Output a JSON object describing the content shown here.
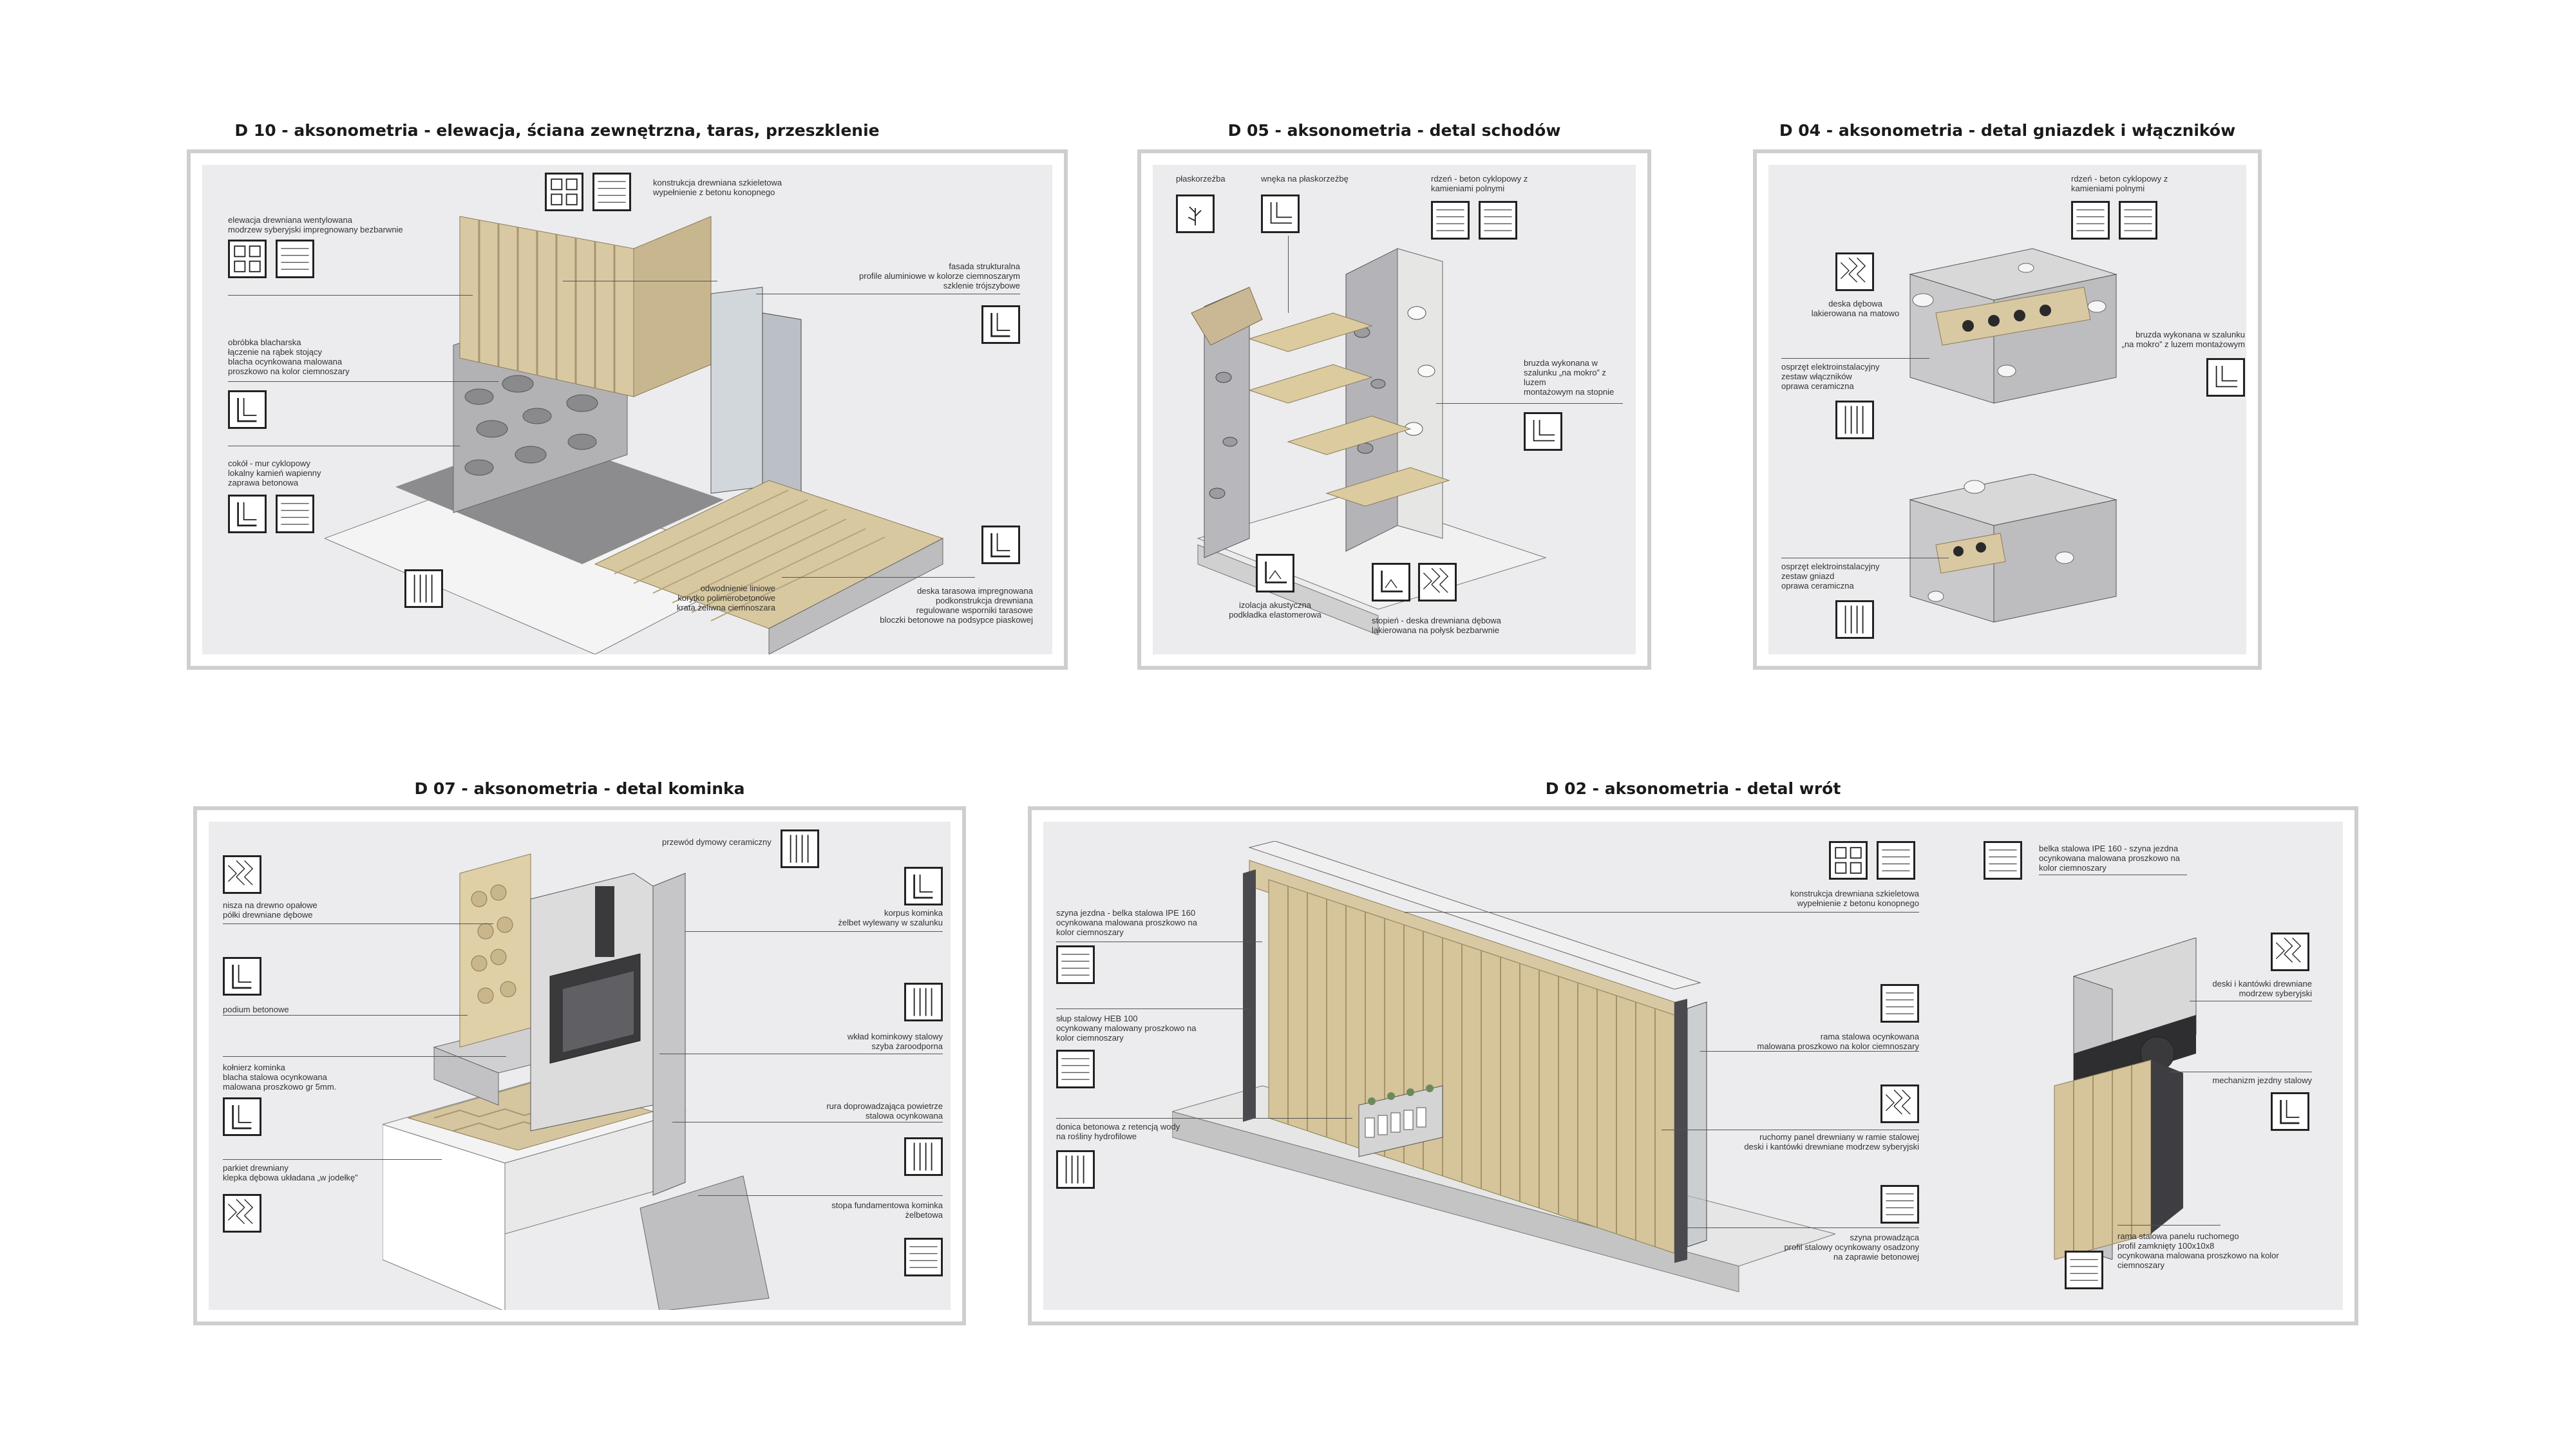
{
  "panels": {
    "d10": {
      "title": "D 10 - aksonometria - elewacja, ściana zewnętrzna, taras, przeszklenie",
      "labels": {
        "konstrukcja": "konstrukcja drewniana szkieletowa\nwypełnienie z betonu konopnego",
        "elewacja": "elewacja drewniana wentylowana\nmodrzew syberyjski impregnowany bezbarwnie",
        "fasada": "fasada strukturalna\nprofile aluminiowe w kolorze ciemnoszarym\nszklenie trójszybowe",
        "obrobka": "obróbka blacharska\nłączenie na rąbek stojący\nblacha ocynkowana malowana\nproszkowo na kolor ciemnoszary",
        "cokol": "cokół - mur cyklopowy\nlokalny kamień wapienny\nzaprawa betonowa",
        "odwodnienie": "odwodnienie liniowe\nkorytko polimerobetonowe\nkrata żeliwna ciemnoszara",
        "deska": "deska tarasowa impregnowana\npodkonstrukcja drewniana\nregulowane wsporniki tarasowe\nbloczki betonowe na podsypce piaskowej"
      }
    },
    "d05": {
      "title": "D 05 - aksonometria - detal schodów",
      "labels": {
        "plaskorzezba": "płaskorzeźba",
        "wneka": "wnęka na płaskorzeźbę",
        "rdzen": "rdzeń - beton cyklopowy z\nkamieniami polnymi",
        "bruzda": "bruzda wykonana w\nszalunku „na mokro” z\nluzem\nmontażowym na stopnie",
        "izolacja": "izolacja akustyczna\npodkładka elastomerowa",
        "stopien": "stopień - deska drewniana dębowa\nlakierowana na połysk bezbarwnie"
      }
    },
    "d04": {
      "title": "D 04 - aksonometria - detal gniazdek i włączników",
      "labels": {
        "rdzen": "rdzeń - beton cyklopowy z\nkamieniami polnymi",
        "deska": "deska dębowa\nlakierowana na matowo",
        "bruzda": "bruzda wykonana w szalunku\n„na mokro” z luzem montażowym",
        "osprzet_wl": "osprzęt elektroinstalacyjny\nzestaw włączników\noprawa ceramiczna",
        "osprzet_gn": "osprzęt elektroinstalacyjny\nzestaw gniazd\noprawa ceramiczna"
      }
    },
    "d07": {
      "title": "D 07 - aksonometria - detal kominka",
      "labels": {
        "przewod": "przewód dymowy ceramiczny",
        "nisza": "nisza na drewno opałowe\npółki drewniane dębowe",
        "korpus": "korpus kominka\nżelbet wylewany w szalunku",
        "podium": "podium betonowe",
        "wklad": "wkład kominkowy stalowy\nszyba żaroodporna",
        "kolnierz": "kołnierz kominka\nblacha stalowa ocynkowana\nmalowana proszkowo gr 5mm.",
        "rura": "rura doprowadzająca powietrze\nstalowa ocynkowana",
        "parkiet": "parkiet drewniany\nklepka dębowa układana „w jodełkę”",
        "stopa": "stopa fundamentowa kominka\nżelbetowa"
      }
    },
    "d02": {
      "title": "D 02 - aksonometria - detal wrót",
      "labels": {
        "konstrukcja": "konstrukcja drewniana szkieletowa\nwypełnienie z betonu konopnego",
        "szyna_jezdna": "szyna jezdna - belka stalowa IPE 160\nocynkowana malowana proszkowo na\nkolor ciemnoszary",
        "slup": "słup stalowy HEB 100\nocynkowany malowany proszkowo na\nkolor ciemnoszary",
        "rama_ocynk": "rama stalowa ocynkowana\nmalowana proszkowo na kolor ciemnoszary",
        "donica": "donica betonowa z retencją wody\nna rośliny hydrofilowe",
        "ruchomy": "ruchomy panel drewniany w ramie stalowej\ndeski i kantówki drewniane modrzew syberyjski",
        "szyna_prow": "szyna prowadząca\nprofil stalowy ocynkowany osadzony\nna zaprawie betonowej",
        "belka": "belka stalowa IPE 160 - szyna jezdna\nocynkowana malowana proszkowo na\nkolor ciemnoszary",
        "deski": "deski i kantówki drewniane\nmodrzew syberyjski",
        "mechanizm": "mechanizm jezdny stalowy",
        "rama_panelu": "rama stalowa panelu ruchomego\nprofil zamknięty 100x10x8\nocynkowana malowana proszkowo na kolor\nciemnoszary"
      }
    }
  },
  "colors": {
    "wood": "#d9c9a3",
    "wood_dark": "#b9a57c",
    "concrete": "#c9c9cb",
    "stone": "#a8a8aa",
    "steel": "#4a4a4e",
    "panel_bg": "#ececee",
    "frame": "#cfcfcf"
  }
}
